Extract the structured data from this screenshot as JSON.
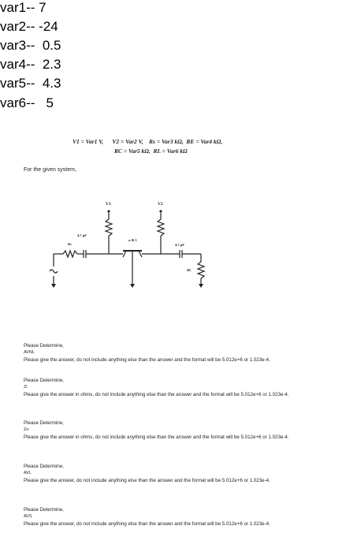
{
  "variables": [
    {
      "text": "var1-- 7"
    },
    {
      "text": "var2-- -24"
    },
    {
      "text": "var3--  0.5"
    },
    {
      "text": "var4--  2.3"
    },
    {
      "text": "var5--  4.3"
    },
    {
      "text": "var6--   5"
    }
  ],
  "formula": {
    "line1": "V1 = Var1 V,      V2 = Var2 V,    Rs = Var3 kΩ,  RE = Var4 kΩ,",
    "line2": "RC = Var5 kΩ,  RL = Var6 kΩ"
  },
  "given_text": "For the given system,",
  "circuit": {
    "v1_label": "V1",
    "v2_label": "V2",
    "alpha_label": "α ≅ 1",
    "rs_label": "Rs",
    "cap1_label": "4.7 μF",
    "cap2_label": "4.7 μF",
    "rl_label": "RL"
  },
  "questions": [
    {
      "heading": "Please Determine,",
      "quantity": "AVNL",
      "instruction": "Please give the answer, do not include anything else than the answer and the format will be 5.012e+6 or 1.023e-4."
    },
    {
      "heading": "Please Determine,",
      "quantity": "Zi",
      "instruction": "Please give the answer in ohms, do not include anything else than the answer and the format will be 5.012e+6 or 1.023e-4."
    },
    {
      "heading": "Please Determine,",
      "quantity": "Zo",
      "instruction": "Please give the answer in ohms, do not include anything else than the answer and the format will be 5.012e+6 or 1.023e-4."
    },
    {
      "heading": "Please Determine,",
      "quantity": "AVL",
      "instruction": "Please give the answer, do not include anything else than the answer and the format will be 5.012e+6 or 1.023e-4."
    },
    {
      "heading": "Please Determine,",
      "quantity": "AVS",
      "instruction": "Please give the answer, do not include anything else than the answer and the format will be 5.012e+6 or 1.023e-4."
    }
  ]
}
